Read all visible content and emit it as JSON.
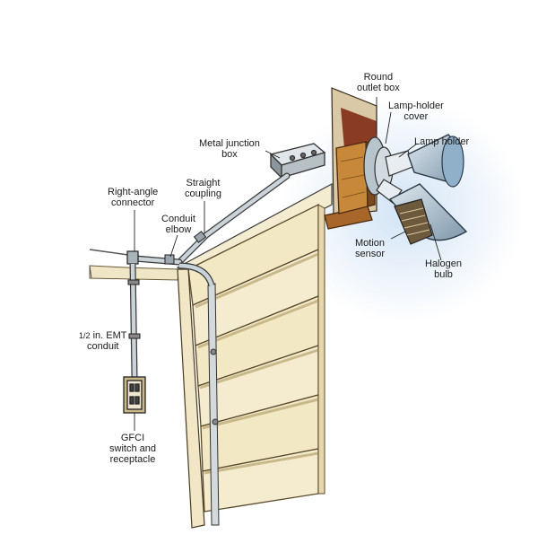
{
  "labels": {
    "round_outlet_box": [
      "Round",
      "outlet box"
    ],
    "lamp_holder_cover": [
      "Lamp-holder",
      "cover"
    ],
    "lamp_holder": [
      "Lamp holder"
    ],
    "metal_junction_box": [
      "Metal junction",
      "box"
    ],
    "straight_coupling": [
      "Straight",
      "coupling"
    ],
    "right_angle_connector": [
      "Right-angle",
      "connector"
    ],
    "conduit_elbow": [
      "Conduit",
      "elbow"
    ],
    "motion_sensor": [
      "Motion",
      "sensor"
    ],
    "halogen_bulb": [
      "Halogen",
      "bulb"
    ],
    "emt_conduit": {
      "fraction": "1/2",
      "line1_rest": " in. EMT",
      "line2": "conduit"
    },
    "gfci": [
      "GFCI",
      "switch and",
      "receptacle"
    ]
  },
  "colors": {
    "siding": "#f2e8c4",
    "siding_shadow": "#d8c99a",
    "wood": "#c8883a",
    "wood_dark": "#7a4a1c",
    "conduit": "#c9d3d8",
    "conduit_outline": "#3a3a3a",
    "halo": "#cfe2f5",
    "lamp": "#9fb6c8"
  }
}
